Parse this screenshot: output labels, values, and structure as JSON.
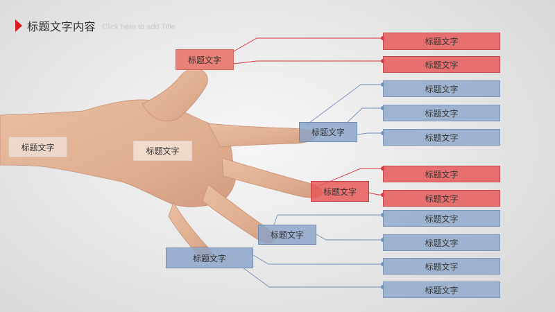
{
  "header": {
    "title": "标题文字内容",
    "subtitle": "Click here to add Title"
  },
  "colors": {
    "accent_red": "#d91c24",
    "box_red": "#e65b5b",
    "box_blue": "#94accc",
    "line_red": "#d9333b",
    "line_blue": "#6f8fb8"
  },
  "hand_labels": {
    "thumb": "标题文字",
    "index": "标题文字",
    "middle": "标题文字",
    "ring": "标题文字",
    "pinky": "标题文字",
    "palm": "标题文字",
    "wrist": "标题文字"
  },
  "right_items": [
    {
      "label": "标题文字",
      "color": "red"
    },
    {
      "label": "标题文字",
      "color": "red"
    },
    {
      "label": "标题文字",
      "color": "blue"
    },
    {
      "label": "标题文字",
      "color": "blue"
    },
    {
      "label": "标题文字",
      "color": "blue"
    },
    {
      "label": "标题文字",
      "color": "red"
    },
    {
      "label": "标题文字",
      "color": "red"
    },
    {
      "label": "标题文字",
      "color": "blue"
    },
    {
      "label": "标题文字",
      "color": "blue"
    },
    {
      "label": "标题文字",
      "color": "blue"
    },
    {
      "label": "标题文字",
      "color": "blue"
    }
  ]
}
